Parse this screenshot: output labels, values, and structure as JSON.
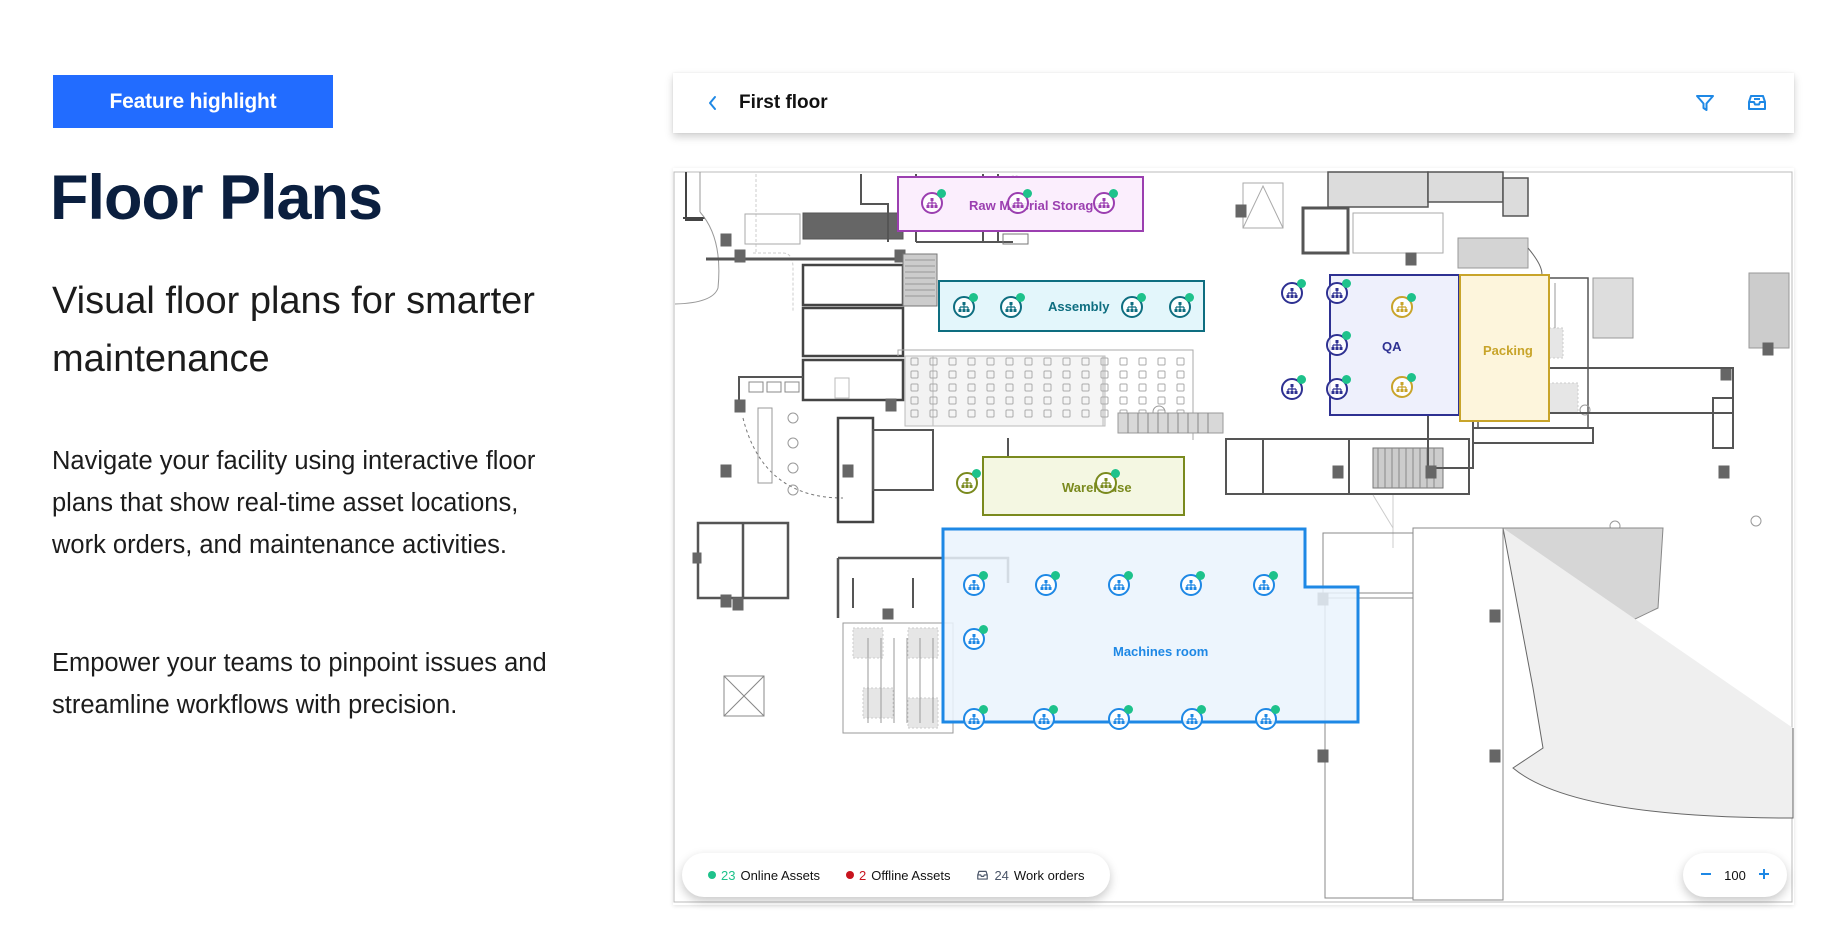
{
  "left": {
    "badge": "Feature highlight",
    "title": "Floor Plans",
    "subtitle": "Visual floor plans for smarter maintenance",
    "paragraphs": [
      "Navigate your facility using interactive floor plans that show real-time asset locations, work orders, and maintenance activities.",
      "Empower your teams to pinpoint issues and streamline workflows with precision."
    ]
  },
  "header": {
    "back_icon": "chevron-left-icon",
    "title": "First floor",
    "icons": [
      "filter-icon",
      "inbox-icon"
    ]
  },
  "accent_color": "#1e88e5",
  "zones": [
    {
      "name": "Raw Material Storage",
      "color": "#9b3fb0",
      "fill": "#fbeefd",
      "assets_online": 3
    },
    {
      "name": "Assembly",
      "color": "#0e6e80",
      "fill": "#e3f6fb",
      "assets_online": 4
    },
    {
      "name": "QA",
      "color": "#2e3192",
      "fill": "#eef0fc",
      "assets_online": 5
    },
    {
      "name": "Packing",
      "color": "#c8a42a",
      "fill": "#fdf5dc",
      "assets_online": 2
    },
    {
      "name": "Warehouse",
      "color": "#7a8a1e",
      "fill": "#f4f7e2",
      "assets_online": 2
    },
    {
      "name": "Machines room",
      "color": "#1e88e5",
      "fill": "#eaf3fd",
      "assets_online": 11
    }
  ],
  "status_bar": {
    "online": {
      "count": "23",
      "label": "Online Assets",
      "color": "#1ec28b"
    },
    "offline": {
      "count": "2",
      "label": "Offline Assets",
      "color": "#c8141e"
    },
    "work_orders": {
      "count": "24",
      "label": "Work orders",
      "icon": "inbox-icon"
    }
  },
  "zoom": {
    "value": "100",
    "minus_icon": "minus-icon",
    "plus_icon": "plus-icon"
  }
}
